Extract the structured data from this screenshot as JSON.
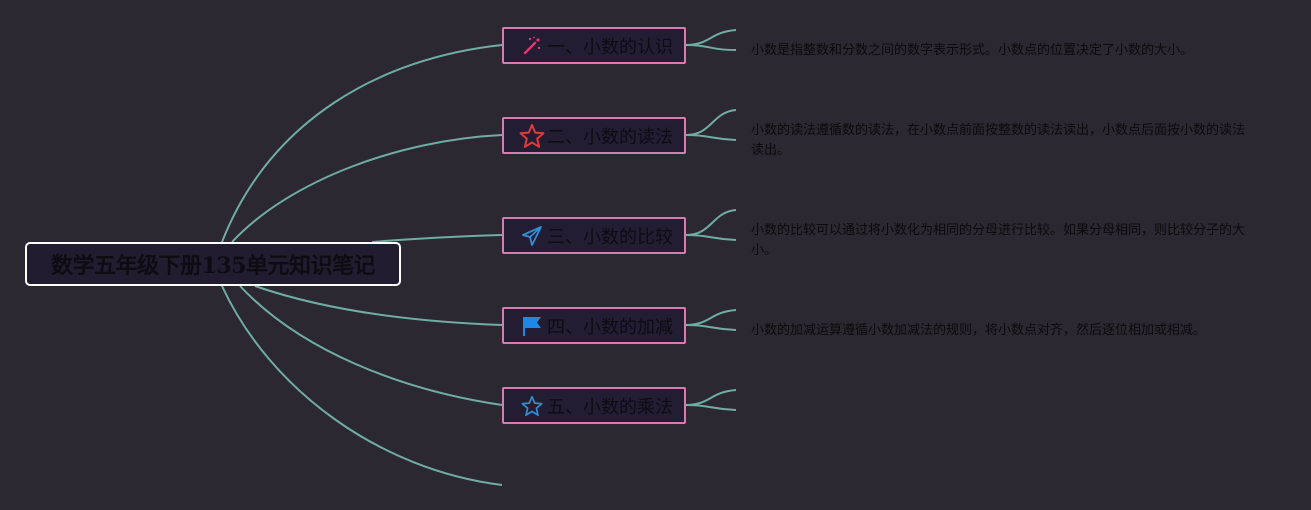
{
  "root": {
    "title": "数学五年级下册135单元知识笔记"
  },
  "topics": [
    {
      "label": "一、小数的认识",
      "icon": "magic-wand-icon",
      "icon_color": "#e8336b",
      "description": "小数是指整数和分数之间的数字表示形式。小数点的位置决定了小数的大小。"
    },
    {
      "label": "二、小数的读法",
      "icon": "star-outline-icon",
      "icon_color": "#e53935",
      "description": "小数的读法遵循数的读法，在小数点前面按整数的读法读出，小数点后面按小数的读法读出。"
    },
    {
      "label": "三、小数的比较",
      "icon": "paper-plane-icon",
      "icon_color": "#2f8fd8",
      "description": "小数的比较可以通过将小数化为相同的分母进行比较。如果分母相同，则比较分子的大小。"
    },
    {
      "label": "四、小数的加减",
      "icon": "flag-icon",
      "icon_color": "#1e88e5",
      "description": "小数的加减运算遵循小数加减法的规则，将小数点对齐，然后逐位相加或相减。"
    },
    {
      "label": "五、小数的乘法",
      "icon": "star-outline-icon",
      "icon_color": "#2f8fd8",
      "description": ""
    }
  ],
  "colors": {
    "connector": "#6fada3",
    "topic_border": "#d67cae",
    "root_border": "#ffffff",
    "background": "#2c2831"
  }
}
